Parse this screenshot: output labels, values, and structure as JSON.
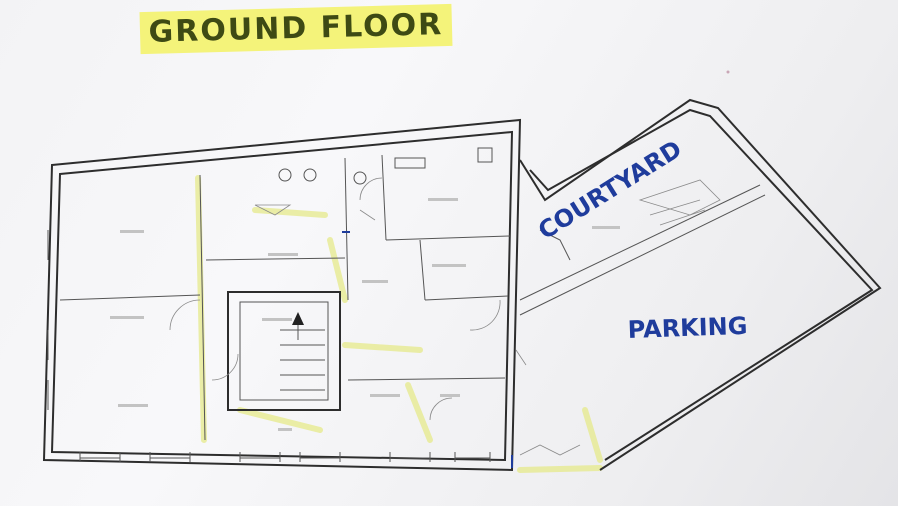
{
  "title": "GROUND FLOOR",
  "labels": {
    "courtyard": "COURTYARD",
    "parking": "PARKING"
  },
  "colors": {
    "highlight": "#f4f37a",
    "handwriting": "#1f3c9c",
    "title_ink": "#3e4a14",
    "walls": "#2d2d2d"
  }
}
